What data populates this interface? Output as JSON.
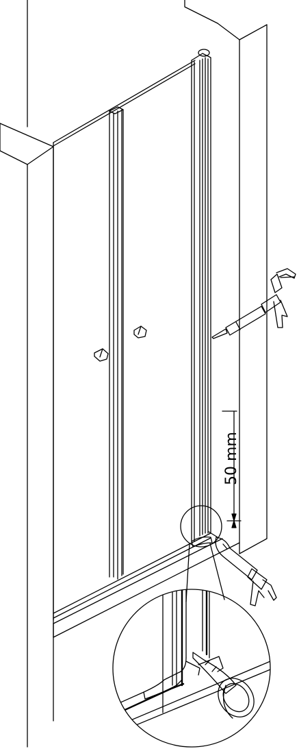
{
  "dimension": {
    "label": "50 mm"
  },
  "colors": {
    "line": "#000000",
    "background": "#ffffff"
  },
  "parts": {
    "wall_left": "wall",
    "wall_right": "wall",
    "door": "shower-door",
    "hinge_profile": "wall-profile",
    "caulking_gun_upper": "caulking-gun",
    "caulking_gun_lower": "caulking-gun",
    "detail_magnifier": "detail-circle"
  }
}
